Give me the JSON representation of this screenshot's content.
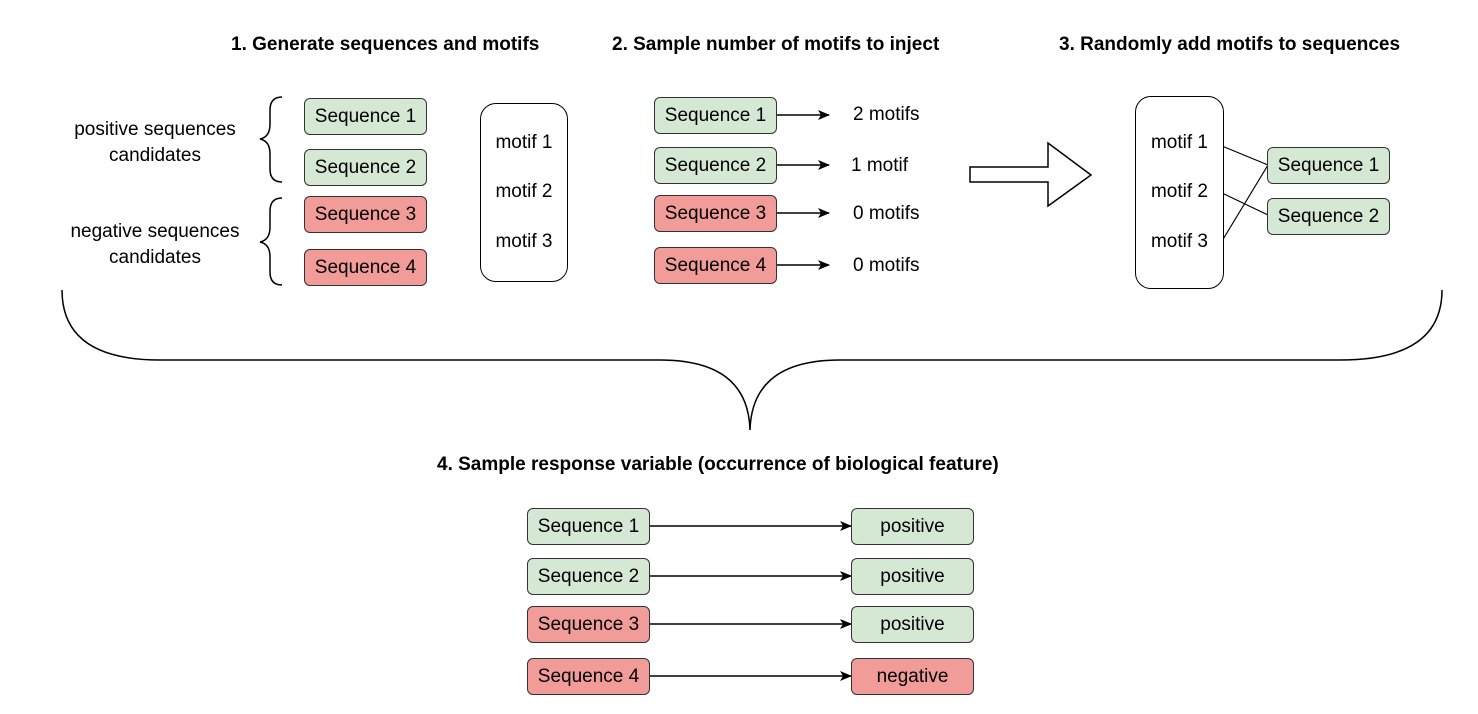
{
  "titles": {
    "step1": "1. Generate sequences and motifs",
    "step2": "2. Sample number of motifs to inject",
    "step3": "3. Randomly add motifs to sequences",
    "step4": "4. Sample response variable (occurrence of biological feature)"
  },
  "step1": {
    "positive_group_label": [
      "positive sequences",
      "candidates"
    ],
    "negative_group_label": [
      "negative sequences",
      "candidates"
    ],
    "sequences": [
      "Sequence 1",
      "Sequence 2",
      "Sequence 3",
      "Sequence 4"
    ],
    "motifs": [
      "motif 1",
      "motif 2",
      "motif 3"
    ]
  },
  "step2": {
    "sequences": [
      "Sequence 1",
      "Sequence 2",
      "Sequence 3",
      "Sequence 4"
    ],
    "counts": [
      "2 motifs",
      "1 motif",
      "0 motifs",
      "0 motifs"
    ]
  },
  "step3": {
    "motifs": [
      "motif 1",
      "motif 2",
      "motif 3"
    ],
    "sequences": [
      "Sequence 1",
      "Sequence 2"
    ]
  },
  "step4": {
    "sequences": [
      "Sequence 1",
      "Sequence 2",
      "Sequence 3",
      "Sequence 4"
    ],
    "responses": [
      "positive",
      "positive",
      "positive",
      "negative"
    ]
  },
  "colors": {
    "positive_fill": "#d5e8d4",
    "negative_fill": "#f19c99"
  }
}
